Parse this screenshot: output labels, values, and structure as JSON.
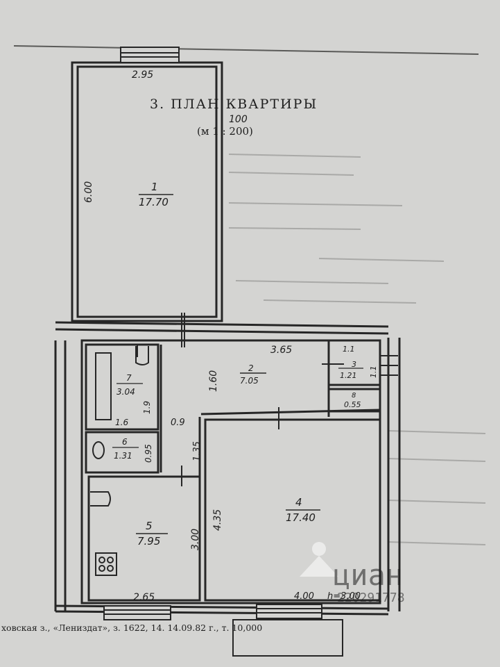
{
  "page": {
    "title": "3. ПЛАН КВАРТИРЫ",
    "scale": "(м 1 : 200)",
    "scale_correction": "100"
  },
  "rooms": [
    {
      "id": "1",
      "area": "17.70"
    },
    {
      "id": "2",
      "area": "7.05"
    },
    {
      "id": "3",
      "area": "1.21"
    },
    {
      "id": "4",
      "area": "17.40"
    },
    {
      "id": "5",
      "area": "7.95"
    },
    {
      "id": "6",
      "area": "1.31"
    },
    {
      "id": "7",
      "area": "3.04"
    },
    {
      "id": "8",
      "area": "0.55"
    }
  ],
  "dimensions": {
    "room1_width": "2.95",
    "room1_length": "6.00",
    "corridor_width": "1.60",
    "corridor_length": "3.65",
    "closet_width": "1.1",
    "closet_height": "1.1",
    "bath_height": "1.9",
    "bath_width": "1.6",
    "toilet_height": "0.95",
    "hall_width": "0.9",
    "hall_height": "1.35",
    "room4_height": "4.35",
    "room4_width": "4.00",
    "room4_ceiling": "h=3.00",
    "kitchen_height": "3.00",
    "kitchen_width": "2.65"
  },
  "footer": {
    "text": "ховская з., «Лениздат», з. 1622, 14. 14.09.82 г., т. 10,000"
  },
  "watermark": {
    "brand": "циан",
    "number": "220291778"
  },
  "colors": {
    "paper": "#d4d4d2",
    "ink": "#1e1e1e",
    "wall": "#262626"
  }
}
